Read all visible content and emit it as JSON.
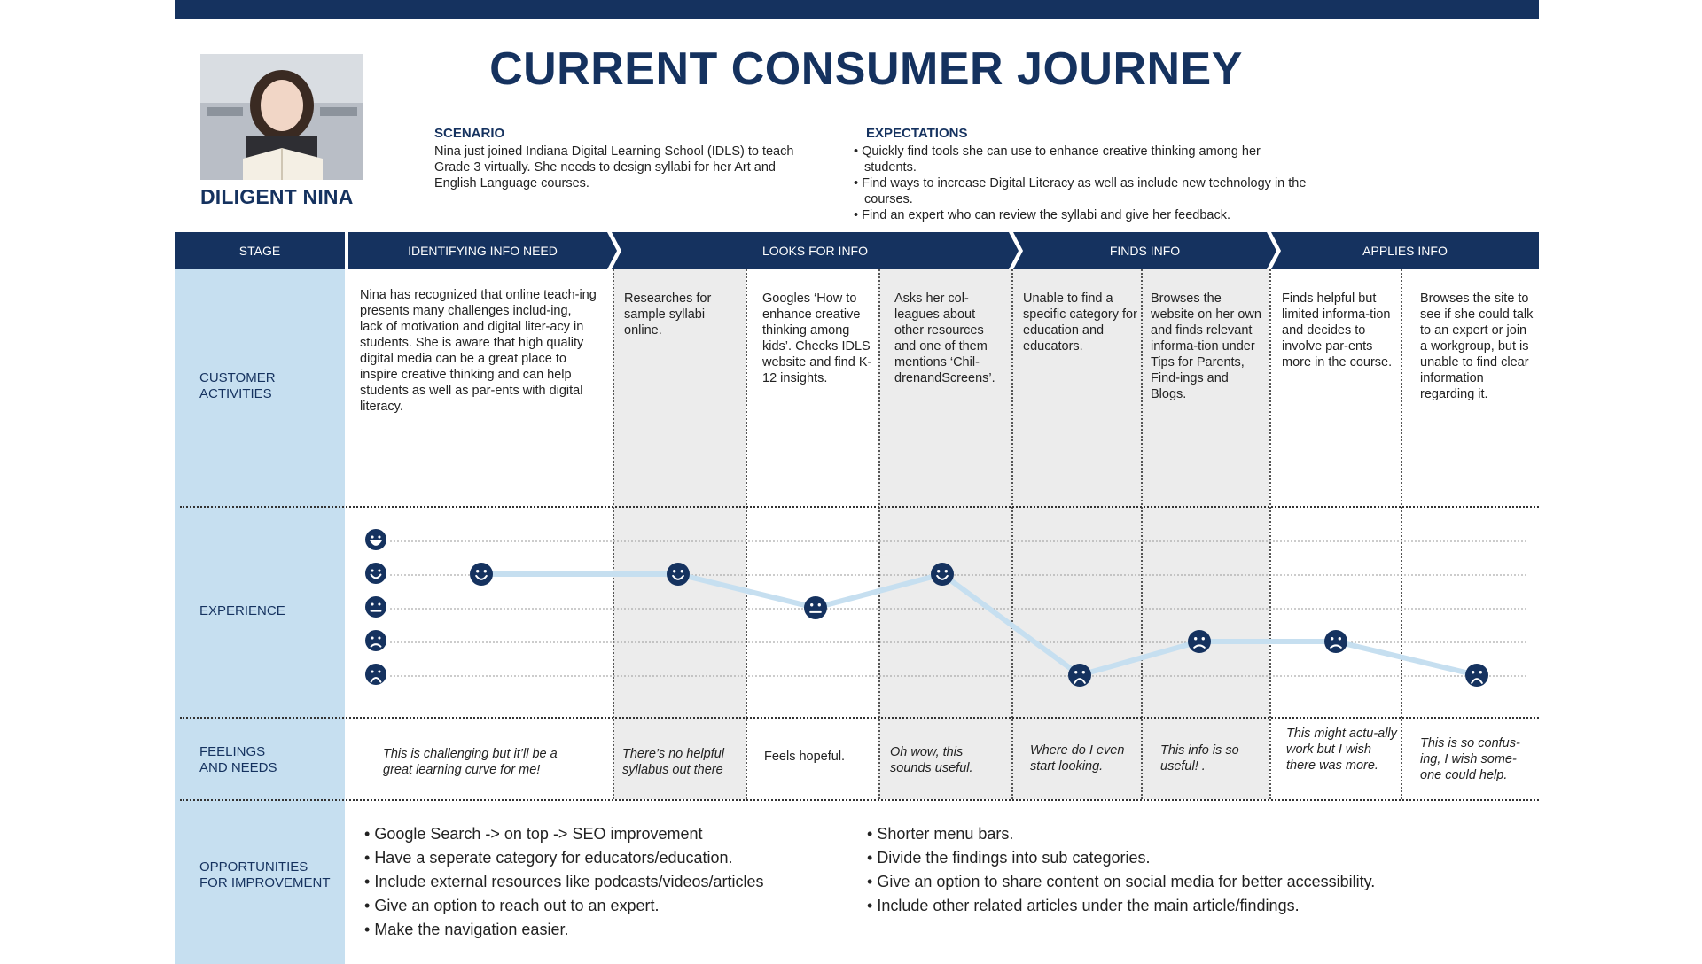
{
  "title": "CURRENT CONSUMER JOURNEY",
  "persona": {
    "name": "DILIGENT NINA"
  },
  "scenario": {
    "heading": "SCENARIO",
    "text": "Nina just joined Indiana Digital Learning School (IDLS) to teach Grade 3 virtually. She needs to design syllabi for her Art and English Language courses."
  },
  "expectations": {
    "heading": "EXPECTATIONS",
    "items": [
      "Quickly find tools she can use to enhance creative thinking among her students.",
      "Find ways to increase Digital Literacy as well as include new technology in the courses.",
      "Find an expert who can review the syllabi and give her feedback."
    ]
  },
  "stage_label": "STAGE",
  "stages": [
    "IDENTIFYING INFO NEED",
    "LOOKS FOR INFO",
    "FINDS INFO",
    "APPLIES INFO"
  ],
  "row_labels": {
    "activities": [
      "CUSTOMER",
      "ACTIVITIES"
    ],
    "experience": "EXPERIENCE",
    "feelings": [
      "FEELINGS",
      "AND NEEDS"
    ],
    "opportunities": [
      "OPPORTUNITIES",
      "FOR IMPROVEMENT"
    ]
  },
  "activities": [
    "Nina has recognized that online teach-ing presents many challenges includ-ing, lack of motivation and digital liter-acy in students. She is aware that high quality digital media can be a great place to inspire creative thinking and can help students as well as par-ents with digital literacy.",
    "Researches for sample syllabi online.",
    "Googles ‘How to enhance creative thinking among kids’. Checks IDLS website and find K-12 insights.",
    "Asks her col-leagues about other resources and one of them mentions ‘Chil-drenandScreens’.",
    "Unable to find a specific category for education and educators.",
    "Browses the website on her own and finds relevant informa-tion  under Tips for Parents, Find-ings and Blogs.",
    "Finds helpful but limited informa-tion and decides to involve par-ents more in the course.",
    "Browses the site to see if she could talk to an expert or join a workgroup, but is unable to find clear information regarding it."
  ],
  "feelings": [
    "This is challenging but it’ll be a great learning curve for me!",
    "There’s no helpful syllabus out there",
    "Feels hopeful.",
    "Oh wow, this sounds useful.",
    "Where do I even start looking.",
    "This info is so useful! .",
    "This might actu-ally work but I wish there was more.",
    "This is so confus-ing, I wish some-one could help."
  ],
  "chart_data": {
    "type": "line",
    "title": "",
    "scale": [
      "very happy",
      "happy",
      "neutral",
      "unhappy",
      "very unhappy"
    ],
    "series": [
      {
        "values": [
          4,
          4,
          3,
          4,
          1,
          2,
          2,
          1
        ]
      }
    ],
    "ylim": [
      1,
      5
    ],
    "grid": true,
    "line_color": "#c6dff0",
    "marker_color": "#15325f"
  },
  "opportunities": {
    "left": [
      "Google Search -> on top -> SEO improvement",
      "Have a seperate category for educators/education.",
      "Include external resources like podcasts/videos/articles",
      "Give an option to reach out to an expert.",
      "Make the navigation easier."
    ],
    "right": [
      "Shorter menu bars.",
      "Divide the findings into sub categories.",
      "Give an option to share content on social media for better accessibility.",
      "Include other related articles under the main article/findings."
    ]
  },
  "colors": {
    "navy": "#15325f",
    "light_blue": "#c6dff0",
    "grey": "#ececec"
  }
}
